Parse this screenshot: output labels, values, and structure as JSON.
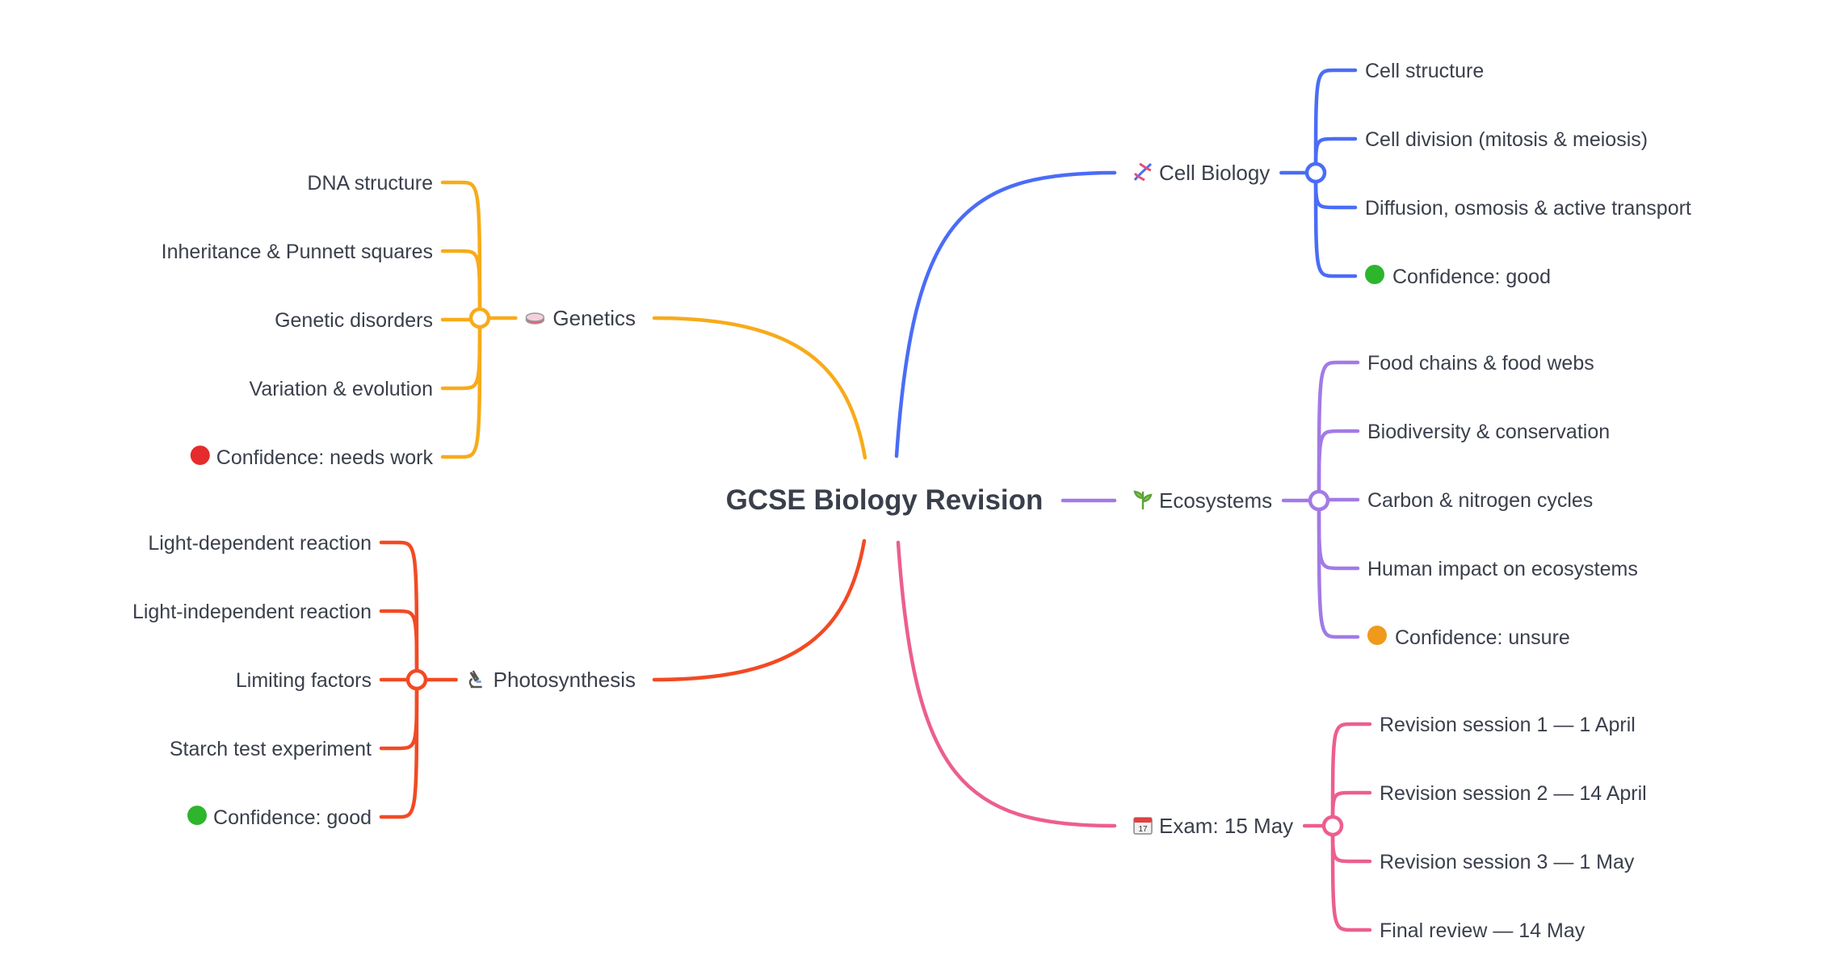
{
  "root": {
    "label": "GCSE Biology Revision"
  },
  "branches": [
    {
      "id": "cell-biology",
      "icon": "dna-icon",
      "label": "Cell Biology",
      "color": "#4a6cf7",
      "side": "right",
      "children": [
        {
          "label": "Cell structure"
        },
        {
          "label": "Cell division (mitosis & meiosis)"
        },
        {
          "label": "Diffusion, osmosis & active transport"
        },
        {
          "label": "Confidence: good",
          "status": "green",
          "status_color": "#2db52d"
        }
      ]
    },
    {
      "id": "ecosystems",
      "icon": "herb-icon",
      "label": "Ecosystems",
      "color": "#a27ae6",
      "side": "right",
      "children": [
        {
          "label": "Food chains & food webs"
        },
        {
          "label": "Biodiversity & conservation"
        },
        {
          "label": "Carbon & nitrogen cycles"
        },
        {
          "label": "Human impact on ecosystems"
        },
        {
          "label": "Confidence: unsure",
          "status": "orange",
          "status_color": "#f09a1c"
        }
      ]
    },
    {
      "id": "exam",
      "icon": "calendar-icon",
      "label": "Exam: 15 May",
      "color": "#ec5f8d",
      "side": "right",
      "children": [
        {
          "label": "Revision session 1 — 1 April"
        },
        {
          "label": "Revision session 2 — 14 April"
        },
        {
          "label": "Revision session 3 — 1 May"
        },
        {
          "label": "Final review — 14 May"
        }
      ]
    },
    {
      "id": "genetics",
      "icon": "petri-dish-icon",
      "label": "Genetics",
      "color": "#f7ab1a",
      "side": "left",
      "children": [
        {
          "label": "DNA structure"
        },
        {
          "label": "Inheritance & Punnett squares"
        },
        {
          "label": "Genetic disorders"
        },
        {
          "label": "Variation & evolution"
        },
        {
          "label": "Confidence: needs work",
          "status": "red",
          "status_color": "#e52b2b"
        }
      ]
    },
    {
      "id": "photosynthesis",
      "icon": "microscope-icon",
      "label": "Photosynthesis",
      "color": "#f24a24",
      "side": "left",
      "children": [
        {
          "label": "Light-dependent reaction"
        },
        {
          "label": "Light-independent reaction"
        },
        {
          "label": "Limiting factors"
        },
        {
          "label": "Starch test experiment"
        },
        {
          "label": "Confidence: good",
          "status": "green",
          "status_color": "#2db52d"
        }
      ]
    }
  ]
}
